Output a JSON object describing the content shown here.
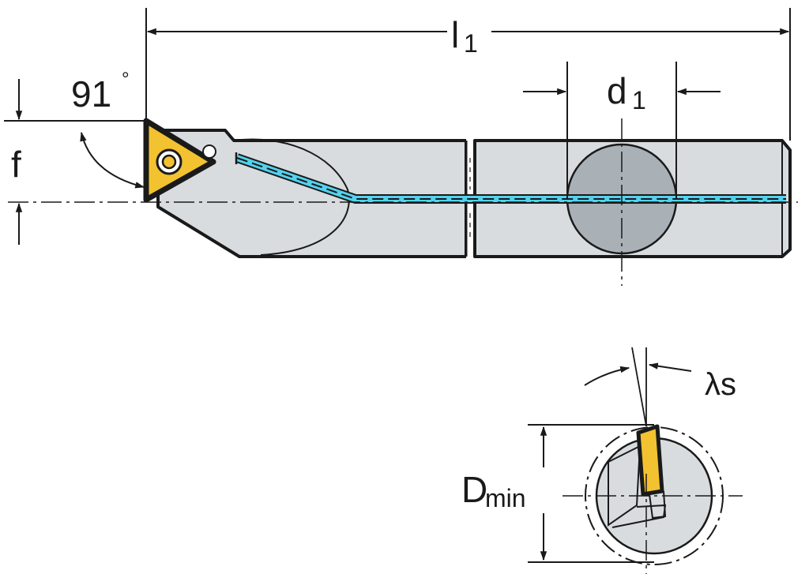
{
  "labels": {
    "l1_main": "l",
    "l1_sub": "1",
    "d1_main": "d",
    "d1_sub": "1",
    "angle_value": "91",
    "angle_unit": "°",
    "f": "f",
    "lambda_s": "λs",
    "dmin_main": "D",
    "dmin_sub": "min"
  },
  "colors": {
    "body": "#d8dcde",
    "outline": "#1a1a1a",
    "insert": "#f2c230",
    "coolant": "#52d2ef",
    "shank_section": "#a9b1b7",
    "end_view_fill": "#d8dcde"
  }
}
